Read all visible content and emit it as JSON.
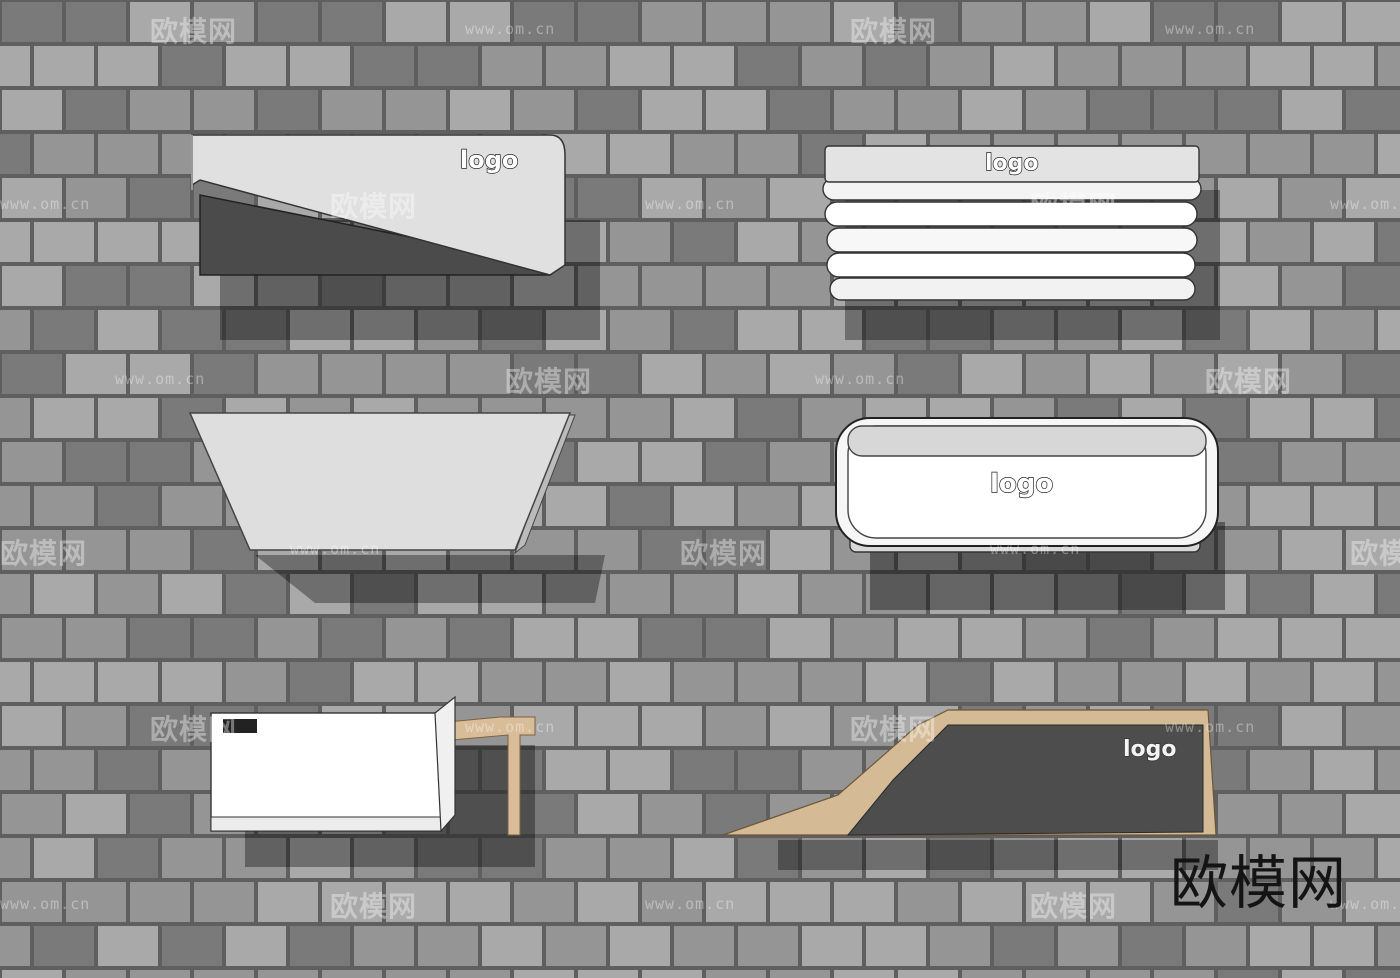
{
  "scene": {
    "colors": {
      "tile_light": "#a9a9a9",
      "tile_mid": "#959595",
      "tile_dark": "#7a7a7a",
      "grout": "#5f5f5f",
      "marble_light": "#e2e2e2",
      "marble_dark": "#4a4a4a",
      "wood": "#d6bc98",
      "white_panel": "#ffffff"
    }
  },
  "desks": {
    "desk1": {
      "logo": "logo"
    },
    "desk2": {
      "logo": "logo"
    },
    "desk4": {
      "logo": "logo"
    },
    "desk6": {
      "logo": "logo"
    }
  },
  "watermark": {
    "brand": "欧模网",
    "url": "www.om.cn"
  },
  "brand_mark": {
    "text": "欧模网"
  }
}
